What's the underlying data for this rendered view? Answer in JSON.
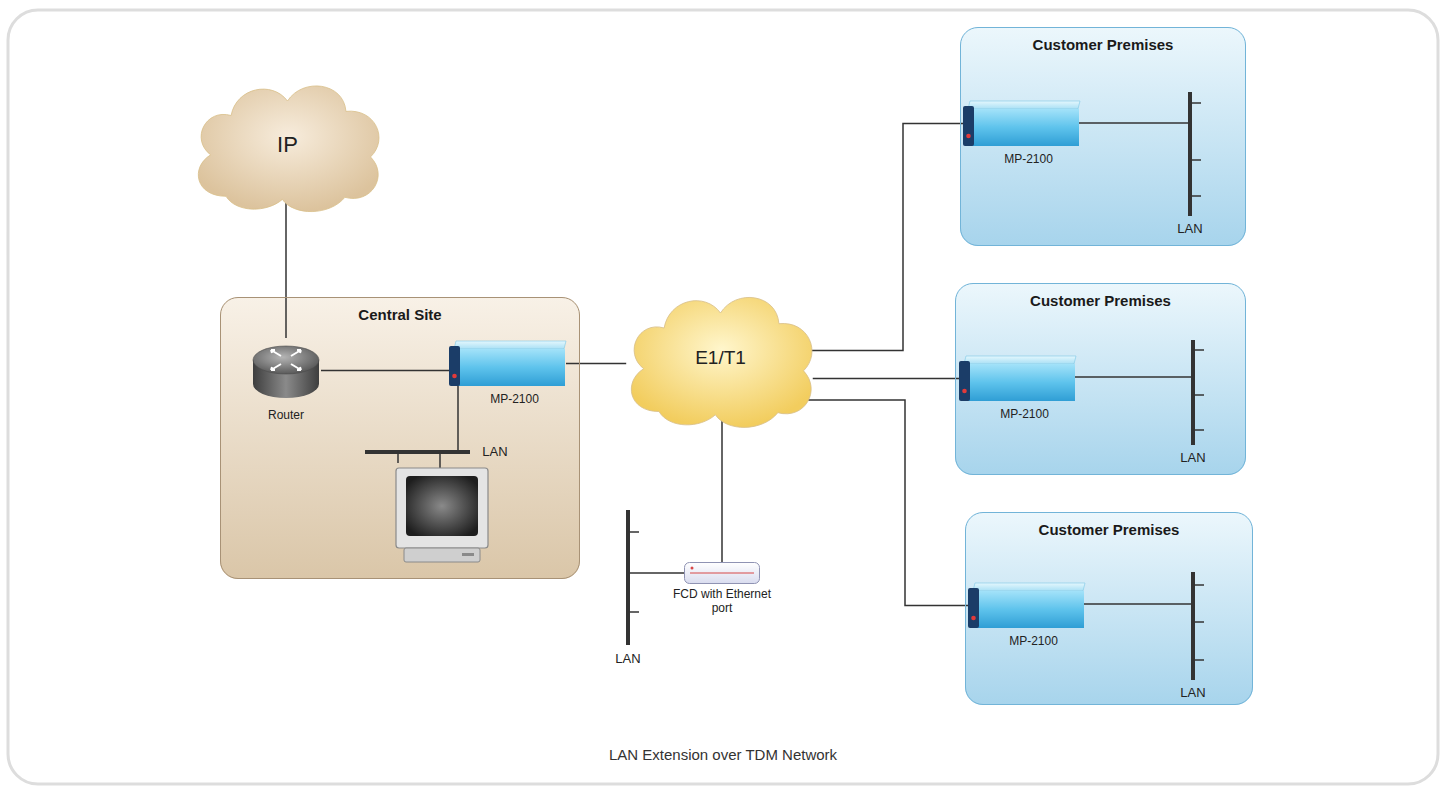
{
  "diagram": {
    "caption": "LAN Extension over TDM Network",
    "nodes": [
      {
        "text": [
          "Customer Premises"
        ]
      },
      {
        "text": [
          "MP-2100"
        ],
        "in": 0
      },
      {
        "text": [
          "IP"
        ]
      },
      {
        "text": [
          "Central Site"
        ]
      },
      {
        "text": [
          "Router"
        ],
        "in": 3
      },
      {
        "text": [
          "MP-2100"
        ],
        "in": 3
      },
      {
        "text": [
          "E1/T1"
        ]
      },
      {
        "text": [
          "Customer Premises"
        ]
      },
      {
        "text": [
          "MP-2100"
        ],
        "in": 7
      },
      {
        "text": [
          "FCD with Ethernet port"
        ]
      },
      {
        "text": [
          "Customer Premises"
        ]
      },
      {
        "text": [
          "MP-2100"
        ],
        "in": 10
      }
    ],
    "edges": [
      {
        "from": 2,
        "to": 4,
        "arrow": "none"
      },
      {
        "from": 4,
        "to": 5,
        "arrow": "none"
      },
      {
        "from": 5,
        "to": 6,
        "arrow": "none"
      },
      {
        "from": 6,
        "to": 1,
        "arrow": "none"
      },
      {
        "from": 6,
        "to": 8,
        "arrow": "none"
      },
      {
        "from": 6,
        "to": 11,
        "arrow": "none"
      },
      {
        "from": 6,
        "to": 9,
        "arrow": "none"
      }
    ],
    "labels": [
      "LAN",
      "LAN",
      "LAN",
      "LAN",
      "LAN"
    ]
  }
}
